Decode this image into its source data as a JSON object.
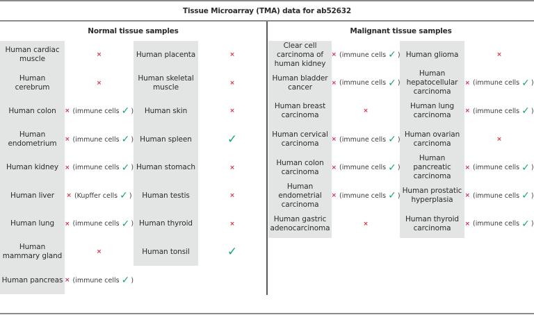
{
  "title": "Tissue Microarray (TMA) data for ab52632",
  "colors": {
    "negative": "#d0324a",
    "positive": "#1aa56b",
    "cell_bg": "#e3e4e4",
    "rule": "#8a8a8a"
  },
  "icons": {
    "negative": "cross-icon",
    "positive": "checkmark-icon"
  },
  "normal": {
    "heading": "Normal tissue samples",
    "columns": [
      [
        {
          "name": "Human cardiac muscle",
          "result": "negative",
          "note": ""
        },
        {
          "name": "Human cerebrum",
          "result": "negative",
          "note": ""
        },
        {
          "name": "Human colon",
          "result": "negative",
          "note": "(immune cells"
        },
        {
          "name": "Human endometrium",
          "result": "negative",
          "note": "(immune cells"
        },
        {
          "name": "Human kidney",
          "result": "negative",
          "note": "(immune cells"
        },
        {
          "name": "Human liver",
          "result": "negative",
          "note": "(Kupffer cells"
        },
        {
          "name": "Human lung",
          "result": "negative",
          "note": "(immune cells"
        },
        {
          "name": "Human mammary gland",
          "result": "negative",
          "note": ""
        },
        {
          "name": "Human pancreas",
          "result": "negative",
          "note": "(immune cells"
        }
      ],
      [
        {
          "name": "Human placenta",
          "result": "negative",
          "note": ""
        },
        {
          "name": "Human skeletal muscle",
          "result": "negative",
          "note": ""
        },
        {
          "name": "Human skin",
          "result": "negative",
          "note": ""
        },
        {
          "name": "Human spleen",
          "result": "positive",
          "note": ""
        },
        {
          "name": "Human stomach",
          "result": "negative",
          "note": ""
        },
        {
          "name": "Human testis",
          "result": "negative",
          "note": ""
        },
        {
          "name": "Human thyroid",
          "result": "negative",
          "note": ""
        },
        {
          "name": "Human tonsil",
          "result": "positive",
          "note": ""
        }
      ]
    ]
  },
  "malignant": {
    "heading": "Malignant tissue samples",
    "columns": [
      [
        {
          "name": "Clear cell carcinoma of human kidney",
          "result": "negative",
          "note": "(immune cells"
        },
        {
          "name": "Human bladder cancer",
          "result": "negative",
          "note": "(immune cells"
        },
        {
          "name": "Human breast carcinoma",
          "result": "negative",
          "note": ""
        },
        {
          "name": "Human cervical carcinoma",
          "result": "negative",
          "note": "(immune cells"
        },
        {
          "name": "Human colon carcinoma",
          "result": "negative",
          "note": "(immune cells"
        },
        {
          "name": "Human endometrial carcinoma",
          "result": "negative",
          "note": "(immune cells"
        },
        {
          "name": "Human gastric adenocarcinoma",
          "result": "negative",
          "note": ""
        }
      ],
      [
        {
          "name": "Human glioma",
          "result": "negative",
          "note": ""
        },
        {
          "name": "Human hepatocellular carcinoma",
          "result": "negative",
          "note": "(immune cells"
        },
        {
          "name": "Human lung carcinoma",
          "result": "negative",
          "note": "(immune cells"
        },
        {
          "name": "Human ovarian carcinoma",
          "result": "negative",
          "note": ""
        },
        {
          "name": "Human pancreatic carcinoma",
          "result": "negative",
          "note": "(immune cells"
        },
        {
          "name": "Human prostatic hyperplasia",
          "result": "negative",
          "note": "(immune cells"
        },
        {
          "name": "Human thyroid carcinoma",
          "result": "negative",
          "note": "(immune cells"
        }
      ]
    ]
  },
  "symbols": {
    "cross": "×",
    "check": "✓",
    "close_paren": ")"
  }
}
